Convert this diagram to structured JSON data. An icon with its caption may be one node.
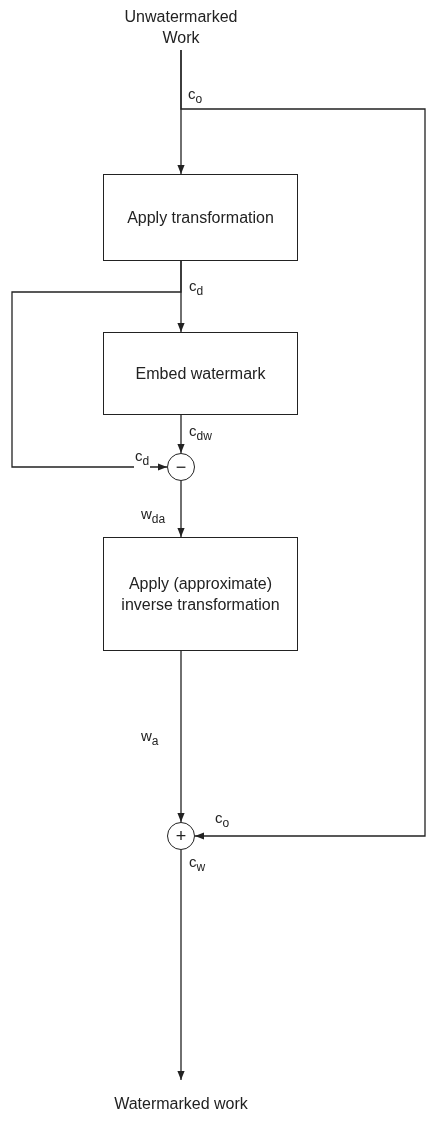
{
  "diagram": {
    "nodes": [
      {
        "text": [
          "Unwatermarked Work"
        ]
      },
      {
        "text": [
          "Apply transformation"
        ]
      },
      {
        "text": [
          "Embed watermark"
        ]
      },
      {
        "text": [
          "−"
        ]
      },
      {
        "text": [
          "Apply (approximate) inverse transformation"
        ]
      },
      {
        "text": [
          "+"
        ]
      },
      {
        "text": [
          "Watermarked work"
        ]
      }
    ],
    "edges": [
      {
        "from": 0,
        "to": 1,
        "arrow": "to",
        "label": "c$_{o}$"
      },
      {
        "from": 0,
        "to": 5,
        "arrow": "to",
        "label": "c$_{o}$"
      },
      {
        "from": 1,
        "to": 2,
        "arrow": "to",
        "label": "c$_{d}$"
      },
      {
        "from": 1,
        "to": 3,
        "arrow": "to",
        "label": "c$_{d}$"
      },
      {
        "from": 2,
        "to": 3,
        "arrow": "to",
        "label": "c$_{dw}$"
      },
      {
        "from": 3,
        "to": 4,
        "arrow": "to",
        "label": "w$_{da}$"
      },
      {
        "from": 4,
        "to": 5,
        "arrow": "to",
        "label": "w$_{a}$"
      },
      {
        "from": 5,
        "to": 6,
        "arrow": "to",
        "label": "c$_{w}$"
      }
    ]
  }
}
